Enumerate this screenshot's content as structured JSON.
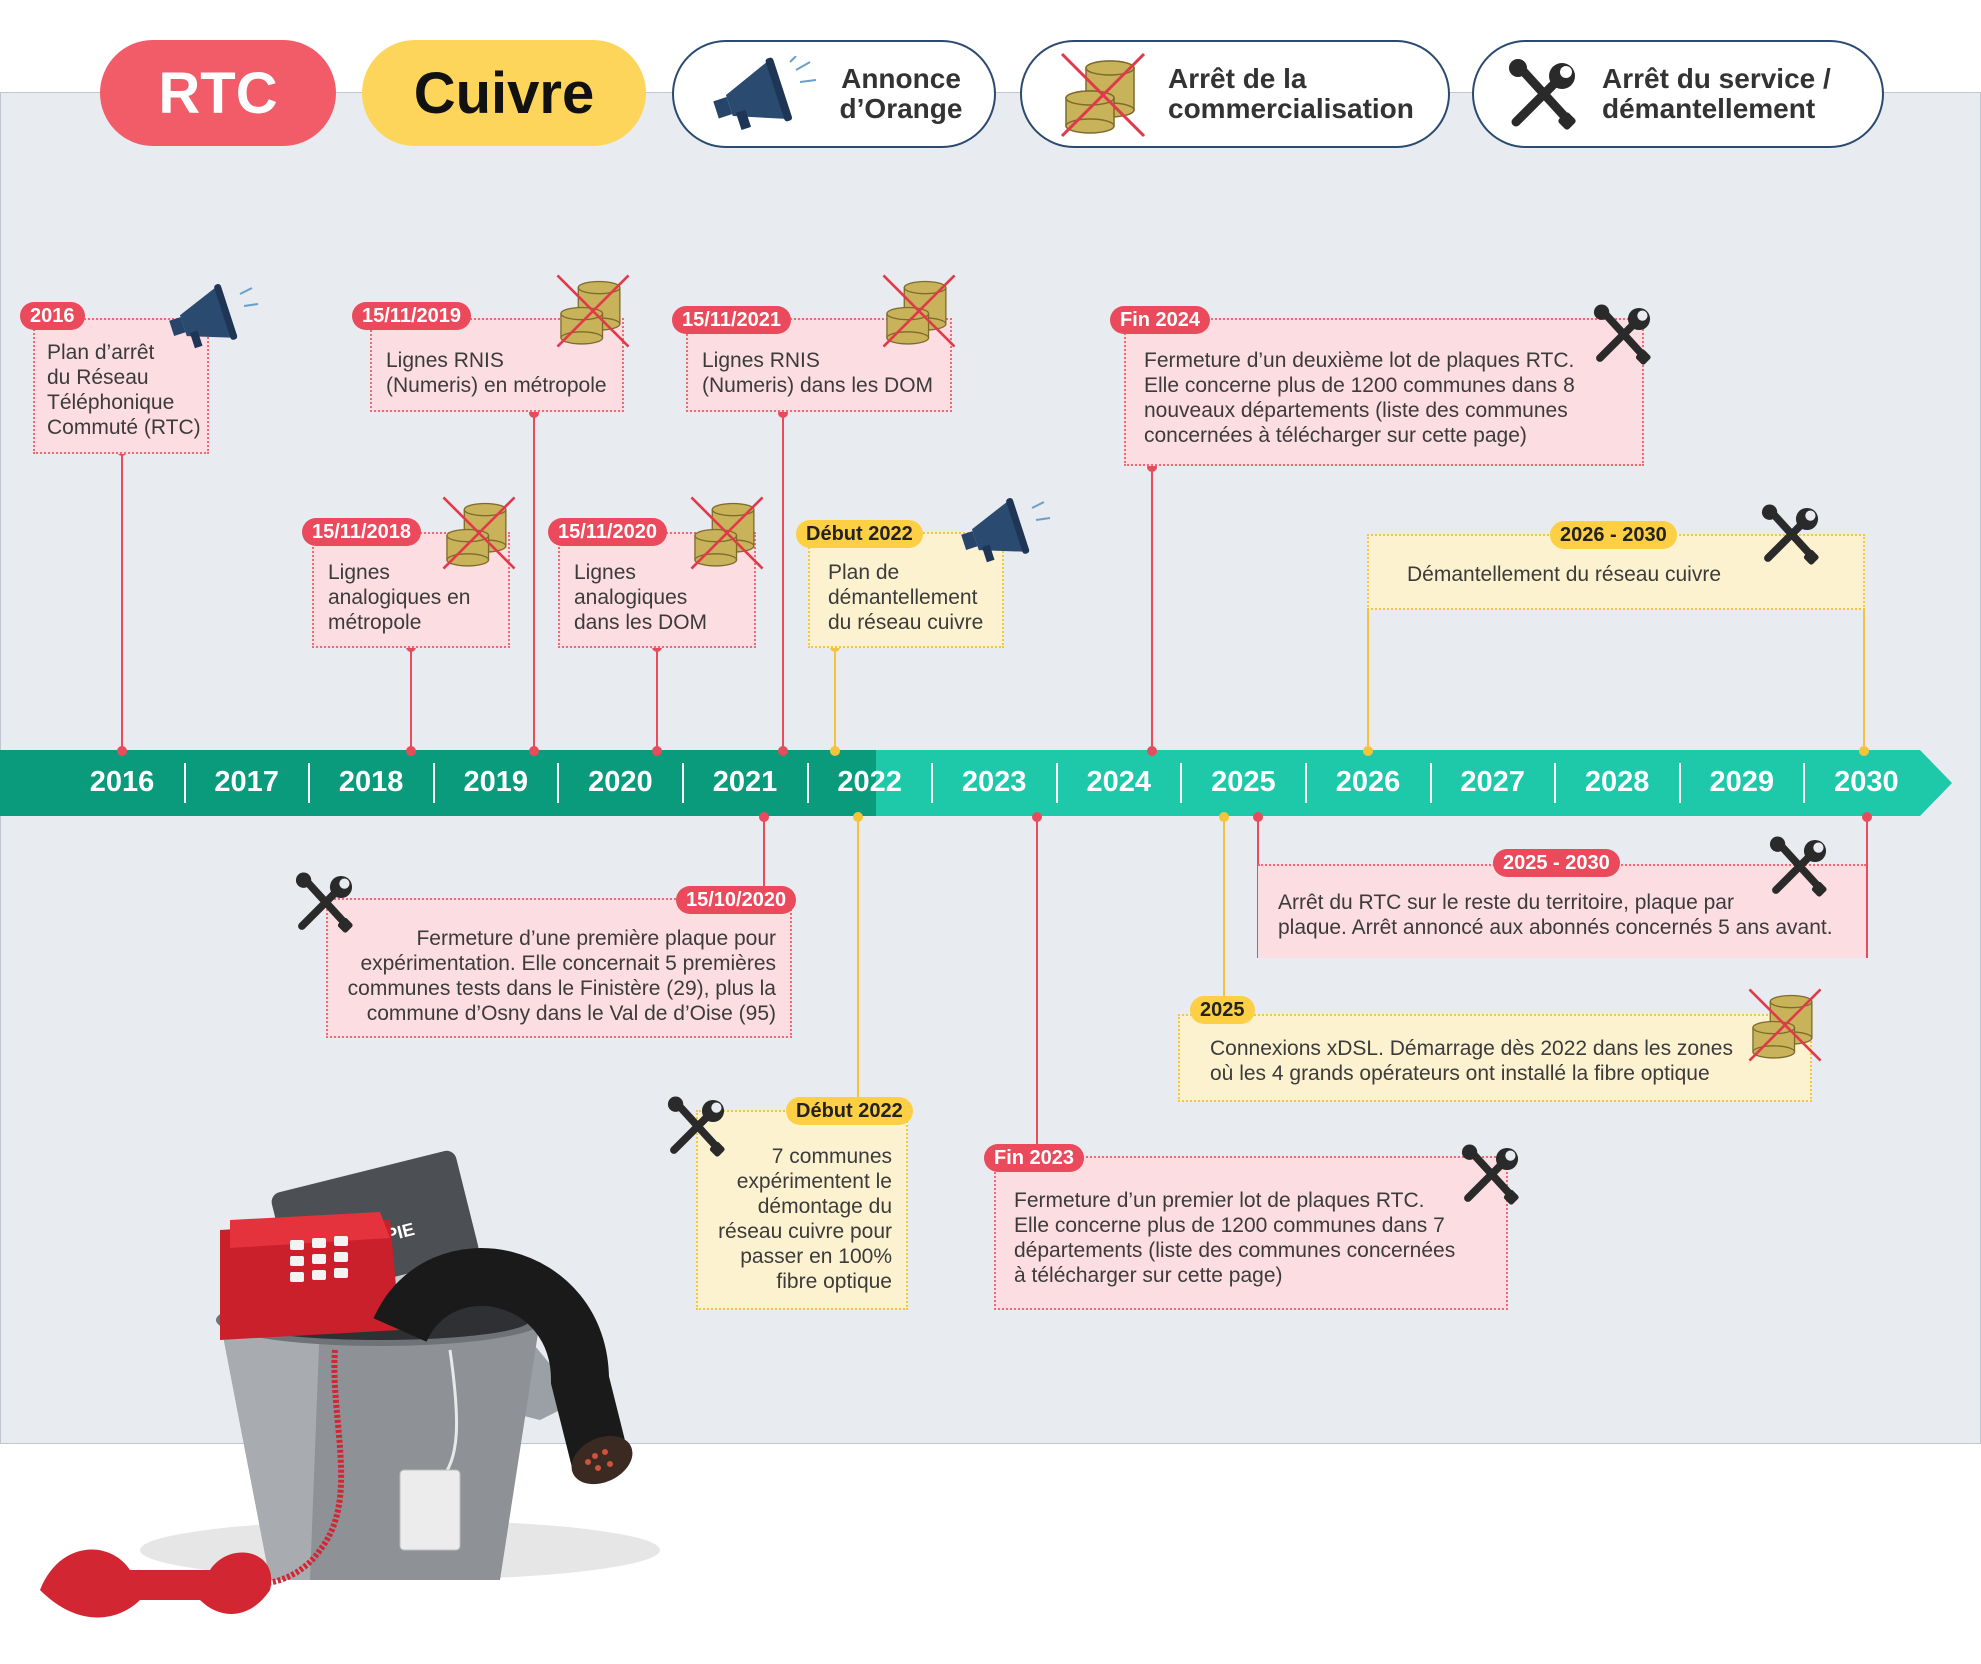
{
  "header": {
    "pill_rtc": "RTC",
    "pill_cuivre": "Cuivre",
    "legend": [
      {
        "icon": "megaphone-icon",
        "line1": "Annonce",
        "line2": "d’Orange"
      },
      {
        "icon": "crossed-coins-icon",
        "line1": "Arrêt de la",
        "line2": "commercialisation"
      },
      {
        "icon": "tools-icon",
        "line1": "Arrêt du service /",
        "line2": "démantellement"
      }
    ]
  },
  "colors": {
    "rtc": "#f25c68",
    "cuivre": "#fdd55a",
    "timeline_dark": "#0a9b7c",
    "timeline_light": "#1ec9aa",
    "navy": "#2b4a6f"
  },
  "timeline": {
    "years": [
      "2016",
      "2017",
      "2018",
      "2019",
      "2020",
      "2021",
      "2022",
      "2023",
      "2024",
      "2025",
      "2026",
      "2027",
      "2028",
      "2029",
      "2030"
    ]
  },
  "events": {
    "e2016": {
      "tag": "2016",
      "lines": [
        "Plan d’arrêt",
        "du Réseau",
        "Téléphonique",
        "Commuté (RTC)"
      ]
    },
    "e2019": {
      "tag": "15/11/2019",
      "lines": [
        "Lignes RNIS",
        "(Numeris) en métropole"
      ]
    },
    "e2021": {
      "tag": "15/11/2021",
      "lines": [
        "Lignes RNIS",
        "(Numeris) dans les DOM"
      ]
    },
    "e2018": {
      "tag": "15/11/2018",
      "lines": [
        "Lignes",
        "analogiques en",
        "métropole"
      ]
    },
    "e2020": {
      "tag": "15/11/2020",
      "lines": [
        "Lignes",
        "analogiques",
        "dans les DOM"
      ]
    },
    "e2022a": {
      "tag": "Début 2022",
      "lines": [
        "Plan de",
        "démantellement",
        "du réseau cuivre"
      ]
    },
    "e2024": {
      "tag": "Fin 2024",
      "lines": [
        "Fermeture d’un deuxième lot de plaques RTC.",
        "Elle concerne plus de 1200 communes dans 8",
        "nouveaux départements (liste des communes",
        "concernées à télécharger sur cette page)"
      ]
    },
    "e2026": {
      "tag": "2026 - 2030",
      "lines": [
        "Démantellement du réseau cuivre"
      ]
    },
    "e1510": {
      "tag": "15/10/2020",
      "lines": [
        "Fermeture d’une première plaque pour",
        "expérimentation. Elle concernait 5 premières",
        "communes tests dans le Finistère (29), plus la",
        "commune d’Osny dans le Val de d’Oise (95)"
      ]
    },
    "e2025b": {
      "tag": "2025 - 2030",
      "lines": [
        "Arrêt du RTC sur le reste du territoire, plaque par",
        "plaque. Arrêt annoncé aux abonnés concernés 5 ans avant."
      ]
    },
    "e2025": {
      "tag": "2025",
      "lines": [
        "Connexions xDSL. Démarrage dès 2022 dans les zones",
        "où les 4 grands opérateurs ont installé la fibre optique"
      ]
    },
    "e2022b": {
      "tag": "Début 2022",
      "lines": [
        "7 communes",
        "expérimentent le",
        "démontage du",
        "réseau cuivre pour",
        "passer en 100%",
        "fibre optique"
      ]
    },
    "e2023": {
      "tag": "Fin 2023",
      "lines": [
        "Fermeture d’un premier lot de plaques RTC.",
        "Elle concerne plus de 1200 communes dans 7",
        "départements (liste des communes concernées",
        "à télécharger sur cette page)"
      ]
    }
  },
  "illustration": {
    "fax_label": "TELECOPIE"
  }
}
